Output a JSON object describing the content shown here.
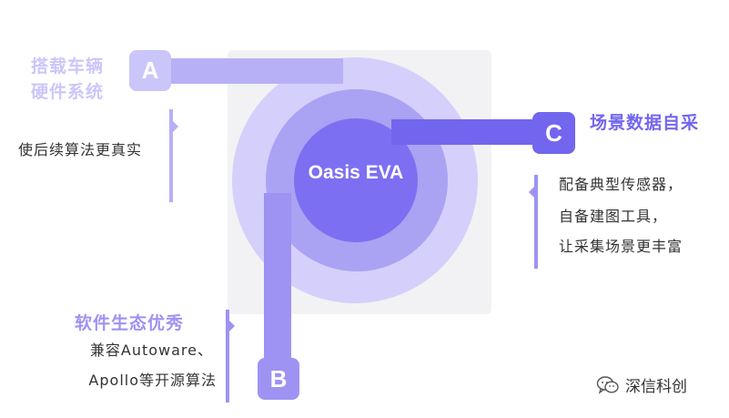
{
  "center": {
    "label": "Oasis EVA"
  },
  "items": [
    {
      "badge": "A",
      "title_lines": [
        "搭载车辆",
        "硬件系统"
      ],
      "desc_lines": [
        "使后续算法更真实"
      ]
    },
    {
      "badge": "B",
      "title_lines": [
        "软件生态优秀"
      ],
      "desc_lines": [
        "兼容Autoware、",
        "Apollo等开源算法"
      ]
    },
    {
      "badge": "C",
      "title_lines": [
        "场景数据自采"
      ],
      "desc_lines": [
        "配备典型传感器，",
        "自备建图工具，",
        "让采集场景更丰富"
      ]
    }
  ],
  "watermark": {
    "text": "深信科创",
    "icon": "wechat-icon"
  },
  "colors": {
    "outer_ring": "#d4d0fb",
    "mid_ring": "#b7b0f5",
    "inner": "#7c6ff2",
    "bar_a": "#b8b0f6",
    "bar_b": "#9e93f3",
    "bar_c": "#7366ee",
    "accent": "#8a7ff0"
  }
}
